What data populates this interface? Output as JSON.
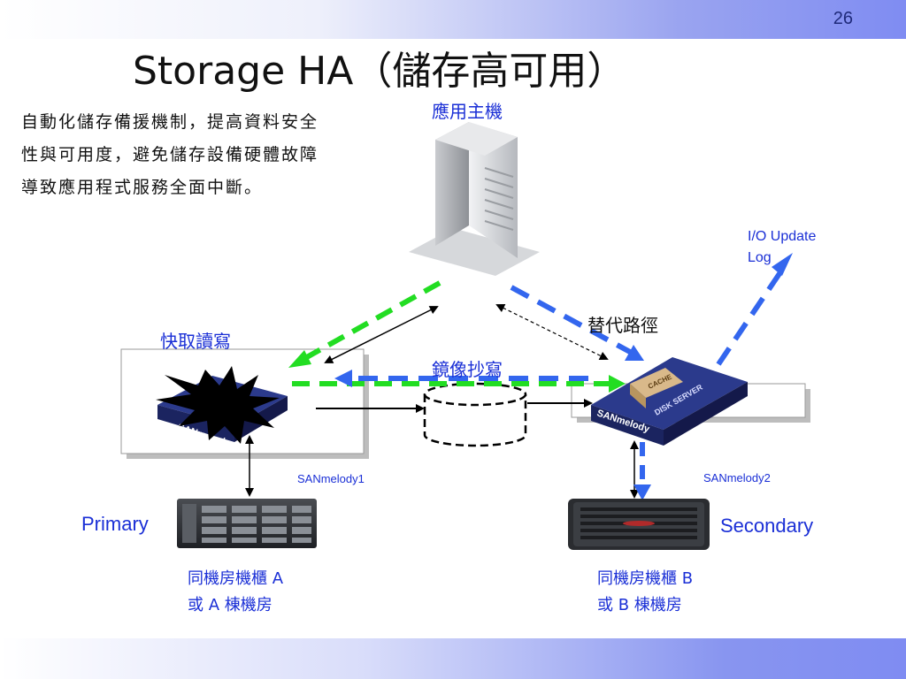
{
  "page_number": "26",
  "title": "Storage HA（儲存高可用）",
  "description": "自動化儲存備援機制，提高資料安全性與可用度，避免儲存設備硬體故障導致應用程式服務全面中斷。",
  "labels": {
    "app_host": "應用主機",
    "io_update_log": "I/O Update\nLog",
    "alternate_path": "替代路徑",
    "cache_rw": "快取讀寫",
    "mirror_copy": "鏡像抄寫",
    "sanmelody1": "SANmelody1",
    "sanmelody2": "SANmelody2",
    "primary": "Primary",
    "secondary": "Secondary",
    "location_a": "同機房機櫃 A\n或 A 棟機房",
    "location_b": "同機房機櫃 B\n或 B 棟機房"
  },
  "device_text": {
    "cache": "CACHE",
    "disk_server": "DISK SERVER",
    "brand": "SANmelody"
  },
  "colors": {
    "accent_blue": "#1a2fd6",
    "dash_green": "#22dd22",
    "dash_blue": "#3366ee"
  }
}
